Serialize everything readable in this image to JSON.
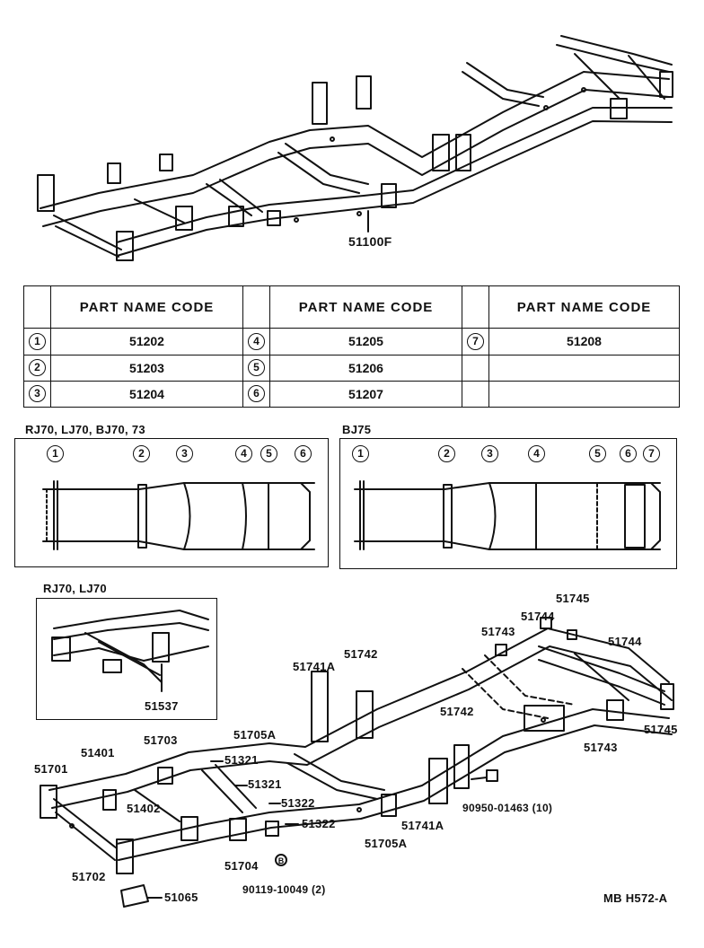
{
  "top": {
    "assembly_code": "51100F"
  },
  "table": {
    "header": "PART NAME CODE",
    "rows": [
      [
        {
          "n": "1",
          "code": "51202"
        },
        {
          "n": "4",
          "code": "51205"
        },
        {
          "n": "7",
          "code": "51208"
        }
      ],
      [
        {
          "n": "2",
          "code": "51203"
        },
        {
          "n": "5",
          "code": "51206"
        },
        {
          "n": "",
          "code": ""
        }
      ],
      [
        {
          "n": "3",
          "code": "51204"
        },
        {
          "n": "6",
          "code": "51207"
        },
        {
          "n": "",
          "code": ""
        }
      ]
    ]
  },
  "left_panel": {
    "title": "RJ70, LJ70, BJ70, 73",
    "markers": [
      "1",
      "2",
      "3",
      "4",
      "5",
      "6"
    ]
  },
  "right_panel": {
    "title": "BJ75",
    "markers": [
      "1",
      "2",
      "3",
      "4",
      "5",
      "6",
      "7"
    ]
  },
  "inset": {
    "title": "RJ70, LJ70",
    "part": "51537"
  },
  "parts": {
    "p51745a": "51745",
    "p51744a": "51744",
    "p51743a": "51743",
    "p51744b": "51744",
    "p51741a_a": "51741A",
    "p51742a": "51742",
    "p51742b": "51742",
    "p51745b": "51745",
    "p51743b": "51743",
    "p51705a_a": "51705A",
    "p51703": "51703",
    "p51401": "51401",
    "p51701": "51701",
    "p51321a": "51321",
    "p51321b": "51321",
    "p51322a": "51322",
    "p51322b": "51322",
    "p51402": "51402",
    "p90950": "90950-01463 (10)",
    "p51741a_b": "51741A",
    "p51705a_b": "51705A",
    "p51704": "51704",
    "p51702": "51702",
    "p51065": "51065",
    "p90119": "90119-10049 (2)"
  },
  "footer": {
    "ref": "MB  H572-A"
  }
}
